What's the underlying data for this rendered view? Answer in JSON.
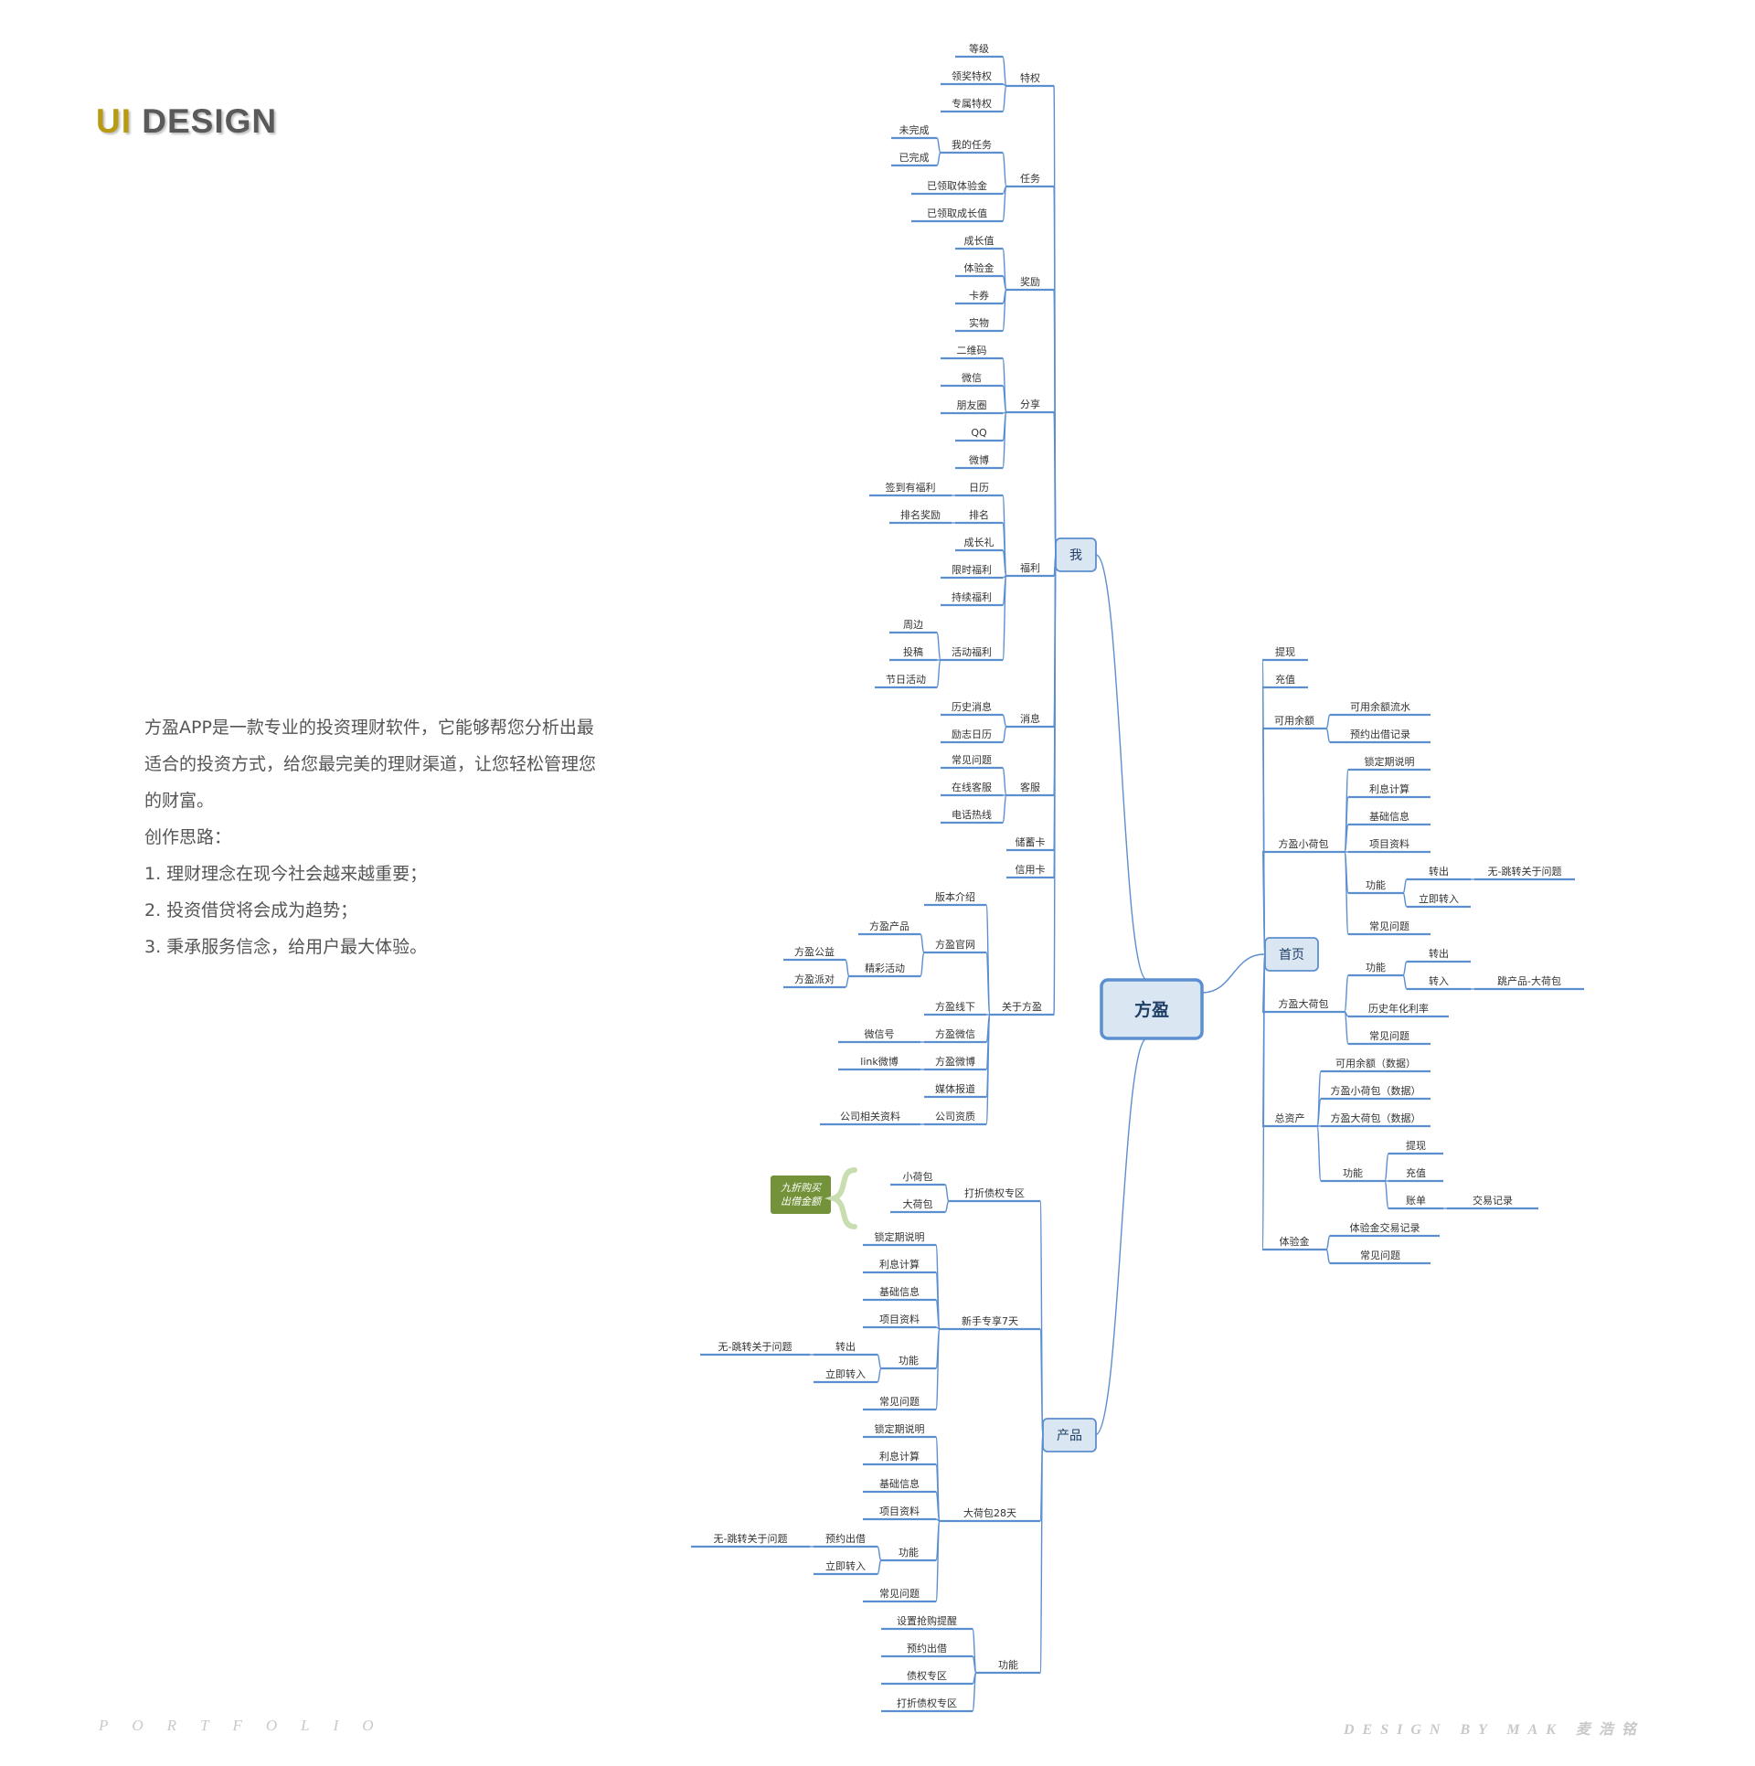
{
  "header": {
    "brand_ui": "UI",
    "brand_design": "DESIGN"
  },
  "description": {
    "lines": [
      "方盈APP是一款专业的投资理财软件，它能够帮您分析出最",
      "适合的投资方式，给您最完美的理财渠道，让您轻松管理您",
      "的财富。",
      "创作思路：",
      "1. 理财理念在现今社会越来越重要；",
      "2. 投资借贷将会成为趋势；",
      "3. 秉承服务信念，给用户最大体验。"
    ]
  },
  "footer": {
    "left": "PORTFOLIO",
    "right": "DESIGN BY MAK  麦浩铭"
  },
  "colors": {
    "line": "#5b8fcf",
    "node_fill": "#dbe6f3",
    "node_border": "#5b8fcf",
    "tag_fill": "#73923a",
    "brace": "#c8deb0"
  },
  "mindmap": {
    "root": "方盈",
    "annotation": "九折购买\n出借金额",
    "branches": {
      "me": {
        "label": "我",
        "children": [
          {
            "label": "特权",
            "children": [
              {
                "label": "等级"
              },
              {
                "label": "领奖特权"
              },
              {
                "label": "专属特权"
              }
            ]
          },
          {
            "label": "任务",
            "children": [
              {
                "label": "我的任务",
                "children": [
                  {
                    "label": "未完成"
                  },
                  {
                    "label": "已完成"
                  }
                ]
              },
              {
                "label": "已领取体验金"
              },
              {
                "label": "已领取成长值"
              }
            ]
          },
          {
            "label": "奖励",
            "children": [
              {
                "label": "成长值"
              },
              {
                "label": "体验金"
              },
              {
                "label": "卡券"
              },
              {
                "label": "实物"
              }
            ]
          },
          {
            "label": "分享",
            "children": [
              {
                "label": "二维码"
              },
              {
                "label": "微信"
              },
              {
                "label": "朋友圈"
              },
              {
                "label": "QQ"
              },
              {
                "label": "微博"
              }
            ]
          },
          {
            "label": "福利",
            "children": [
              {
                "label": "日历",
                "children": [
                  {
                    "label": "签到有福利"
                  }
                ]
              },
              {
                "label": "排名",
                "children": [
                  {
                    "label": "排名奖励"
                  }
                ]
              },
              {
                "label": "成长礼"
              },
              {
                "label": "限时福利"
              },
              {
                "label": "持续福利"
              },
              {
                "label": "活动福利",
                "children": [
                  {
                    "label": "周边"
                  },
                  {
                    "label": "投稿"
                  },
                  {
                    "label": "节日活动"
                  }
                ]
              }
            ]
          },
          {
            "label": "消息",
            "children": [
              {
                "label": "历史消息"
              },
              {
                "label": "励志日历"
              }
            ]
          },
          {
            "label": "客服",
            "children": [
              {
                "label": "常见问题"
              },
              {
                "label": "在线客服"
              },
              {
                "label": "电话热线"
              }
            ]
          },
          {
            "label": "储蓄卡"
          },
          {
            "label": "信用卡"
          },
          {
            "label": "关于方盈",
            "children": [
              {
                "label": "版本介绍"
              },
              {
                "label": "方盈官网",
                "children": [
                  {
                    "label": "方盈产品"
                  },
                  {
                    "label": "精彩活动",
                    "children": [
                      {
                        "label": "方盈公益"
                      },
                      {
                        "label": "方盈派对"
                      }
                    ]
                  }
                ]
              },
              {
                "label": "方盈线下"
              },
              {
                "label": "方盈微信",
                "children": [
                  {
                    "label": "微信号"
                  }
                ]
              },
              {
                "label": "方盈微博",
                "children": [
                  {
                    "label": "link微博"
                  }
                ]
              },
              {
                "label": "媒体报道"
              },
              {
                "label": "公司资质",
                "children": [
                  {
                    "label": "公司相关资料"
                  }
                ]
              }
            ]
          }
        ]
      },
      "product": {
        "label": "产品",
        "children": [
          {
            "label": "打折债权专区",
            "children": [
              {
                "label": "小荷包"
              },
              {
                "label": "大荷包"
              }
            ]
          },
          {
            "label": "新手专享7天",
            "children": [
              {
                "label": "锁定期说明"
              },
              {
                "label": "利息计算"
              },
              {
                "label": "基础信息"
              },
              {
                "label": "项目资料"
              },
              {
                "label": "功能",
                "children": [
                  {
                    "label": "转出",
                    "children": [
                      {
                        "label": "无-跳转关于问题"
                      }
                    ]
                  },
                  {
                    "label": "立即转入"
                  }
                ]
              },
              {
                "label": "常见问题"
              }
            ]
          },
          {
            "label": "大荷包28天",
            "children": [
              {
                "label": "锁定期说明"
              },
              {
                "label": "利息计算"
              },
              {
                "label": "基础信息"
              },
              {
                "label": "项目资料"
              },
              {
                "label": "功能",
                "children": [
                  {
                    "label": "预约出借",
                    "children": [
                      {
                        "label": "无-跳转关于问题"
                      }
                    ]
                  },
                  {
                    "label": "立即转入"
                  }
                ]
              },
              {
                "label": "常见问题"
              }
            ]
          },
          {
            "label": "功能",
            "children": [
              {
                "label": "设置抢购提醒"
              },
              {
                "label": "预约出借"
              },
              {
                "label": "债权专区"
              },
              {
                "label": "打折债权专区"
              }
            ]
          }
        ]
      },
      "home": {
        "label": "首页",
        "children": [
          {
            "label": "提现"
          },
          {
            "label": "充值"
          },
          {
            "label": "可用余额",
            "children": [
              {
                "label": "可用余额流水"
              },
              {
                "label": "预约出借记录"
              }
            ]
          },
          {
            "label": "方盈小荷包",
            "children": [
              {
                "label": "锁定期说明"
              },
              {
                "label": "利息计算"
              },
              {
                "label": "基础信息"
              },
              {
                "label": "项目资料"
              },
              {
                "label": "功能",
                "children": [
                  {
                    "label": "转出",
                    "children": [
                      {
                        "label": "无-跳转关于问题"
                      }
                    ]
                  },
                  {
                    "label": "立即转入"
                  }
                ]
              },
              {
                "label": "常见问题"
              }
            ]
          },
          {
            "label": "方盈大荷包",
            "children": [
              {
                "label": "功能",
                "children": [
                  {
                    "label": "转出"
                  },
                  {
                    "label": "转入",
                    "children": [
                      {
                        "label": "跳产品-大荷包"
                      }
                    ]
                  }
                ]
              },
              {
                "label": "历史年化利率"
              },
              {
                "label": "常见问题"
              }
            ]
          },
          {
            "label": "总资产",
            "children": [
              {
                "label": "可用余额（数据）"
              },
              {
                "label": "方盈小荷包（数据）"
              },
              {
                "label": "方盈大荷包（数据）"
              },
              {
                "label": "功能",
                "children": [
                  {
                    "label": "提现"
                  },
                  {
                    "label": "充值"
                  },
                  {
                    "label": "账单",
                    "children": [
                      {
                        "label": "交易记录"
                      }
                    ]
                  }
                ]
              }
            ]
          },
          {
            "label": "体验金",
            "children": [
              {
                "label": "体验金交易记录"
              },
              {
                "label": "常见问题"
              }
            ]
          }
        ]
      }
    }
  }
}
